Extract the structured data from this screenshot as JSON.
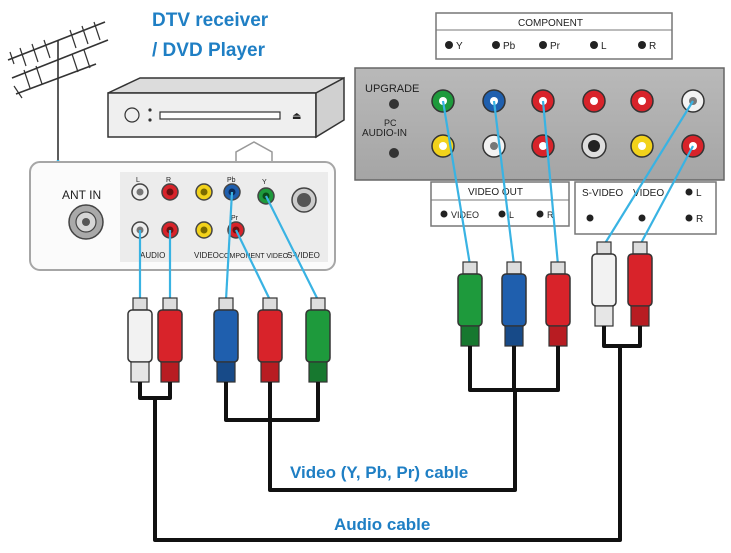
{
  "title": {
    "line1": "DTV receiver",
    "line2": "/ DVD Player"
  },
  "source_panel": {
    "ant_in": "ANT IN",
    "group_labels": [
      "AUDIO",
      "VIDEO",
      "COMPONENT VIDEO",
      "S-VIDEO"
    ],
    "jack_letters": [
      "L",
      "R",
      "Y",
      "Pb",
      "Pr"
    ]
  },
  "tv_panel": {
    "component_header": "COMPONENT",
    "component_items": [
      "Y",
      "Pb",
      "Pr",
      "L",
      "R"
    ],
    "upgrade": "UPGRADE",
    "pc_audio_in_1": "PC",
    "pc_audio_in_2": "AUDIO-IN",
    "video_out_header": "VIDEO OUT",
    "video_out_items": [
      "VIDEO",
      "L",
      "R"
    ],
    "svideo_header": "S-VIDEO",
    "video_header": "VIDEO",
    "side_l": "L",
    "side_r": "R"
  },
  "cables": {
    "video_cable": "Video (Y, Pb, Pr) cable",
    "audio_cable": "Audio cable"
  },
  "colors": {
    "cable_blue": "#39b3e3",
    "title_blue": "#1f7fc4",
    "plug_red": "#d8232a",
    "plug_green": "#1e9a3c",
    "plug_blue": "#1f5fae",
    "plug_white": "#f2f2f2",
    "plug_yellow": "#f2d21b"
  }
}
